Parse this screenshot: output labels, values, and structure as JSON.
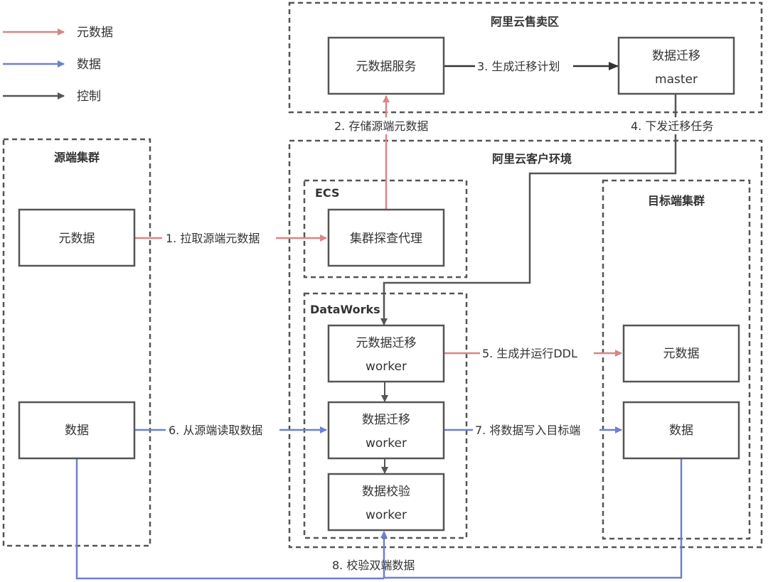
{
  "colors": {
    "metadata": "#d98585",
    "data": "#6f7fd0",
    "control": "#555555",
    "box_border": "#555555",
    "group_border": "#555555",
    "text": "#333333"
  },
  "legend": [
    {
      "id": "metadata",
      "label": "元数据",
      "color_key": "metadata"
    },
    {
      "id": "data",
      "label": "数据",
      "color_key": "data"
    },
    {
      "id": "control",
      "label": "控制",
      "color_key": "control"
    }
  ],
  "groups": {
    "sales_region": {
      "title": "阿里云售卖区"
    },
    "customer_env": {
      "title": "阿里云客户环境"
    },
    "source_cluster": {
      "title": "源端集群"
    },
    "ecs": {
      "title": "ECS"
    },
    "dataworks": {
      "title": "DataWorks"
    },
    "target_cluster": {
      "title": "目标端集群"
    }
  },
  "nodes": {
    "metadata_service": {
      "lines": [
        "元数据服务"
      ]
    },
    "migration_master": {
      "lines": [
        "数据迁移",
        "master"
      ]
    },
    "cluster_probe_agent": {
      "lines": [
        "集群探查代理"
      ]
    },
    "source_metadata": {
      "lines": [
        "元数据"
      ]
    },
    "source_data": {
      "lines": [
        "数据"
      ]
    },
    "metadata_migration_worker": {
      "lines": [
        "元数据迁移",
        "worker"
      ]
    },
    "data_migration_worker": {
      "lines": [
        "数据迁移",
        "worker"
      ]
    },
    "data_validation_worker": {
      "lines": [
        "数据校验",
        "worker"
      ]
    },
    "target_metadata": {
      "lines": [
        "元数据"
      ]
    },
    "target_data": {
      "lines": [
        "数据"
      ]
    }
  },
  "edges": [
    {
      "id": "step1",
      "label": "1. 拉取源端元数据",
      "type": "metadata",
      "from": "source_metadata",
      "to": "cluster_probe_agent"
    },
    {
      "id": "step2",
      "label": "2. 存储源端元数据",
      "type": "metadata",
      "from": "cluster_probe_agent",
      "to": "metadata_service"
    },
    {
      "id": "step3",
      "label": "3. 生成迁移计划",
      "type": "control",
      "from": "metadata_service",
      "to": "migration_master"
    },
    {
      "id": "step4",
      "label": "4. 下发迁移任务",
      "type": "control",
      "from": "migration_master",
      "to": "metadata_migration_worker"
    },
    {
      "id": "step5",
      "label": "5. 生成并运行DDL",
      "type": "metadata",
      "from": "metadata_migration_worker",
      "to": "target_metadata"
    },
    {
      "id": "step6",
      "label": "6. 从源端读取数据",
      "type": "data",
      "from": "source_data",
      "to": "data_migration_worker"
    },
    {
      "id": "step7",
      "label": "7. 将数据写入目标端",
      "type": "data",
      "from": "data_migration_worker",
      "to": "target_data"
    },
    {
      "id": "step8",
      "label": "8. 校验双端数据",
      "type": "data",
      "from": "source_data+target_data",
      "to": "data_validation_worker"
    },
    {
      "id": "chain1",
      "label": "",
      "type": "control",
      "from": "metadata_migration_worker",
      "to": "data_migration_worker"
    },
    {
      "id": "chain2",
      "label": "",
      "type": "control",
      "from": "data_migration_worker",
      "to": "data_validation_worker"
    }
  ]
}
